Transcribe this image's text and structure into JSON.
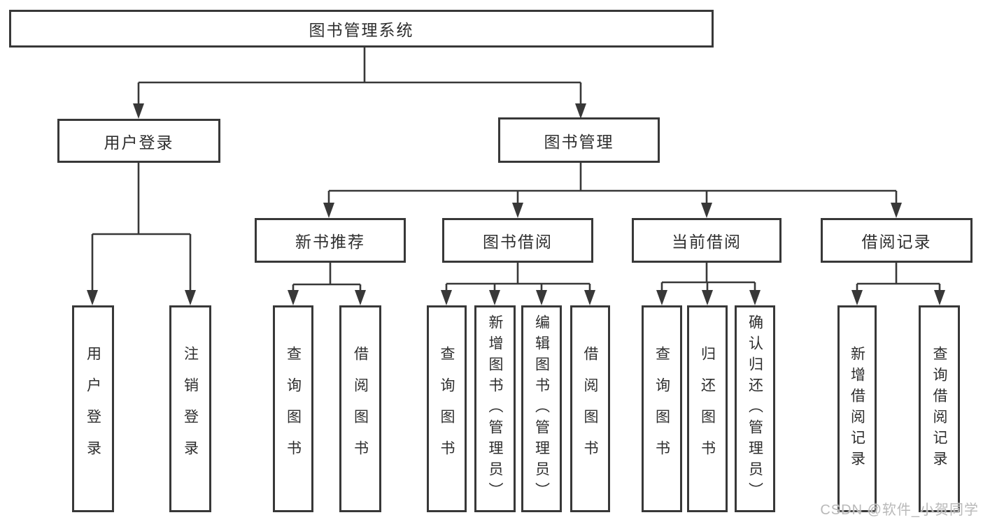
{
  "diagram": {
    "root": {
      "label": "图书管理系统"
    },
    "branches": [
      {
        "label": "用户登录",
        "children": [
          {
            "label": "用户登录"
          },
          {
            "label": "注销登录"
          }
        ]
      },
      {
        "label": "图书管理",
        "children": [
          {
            "label": "新书推荐",
            "children": [
              {
                "label": "查询图书"
              },
              {
                "label": "借阅图书"
              }
            ]
          },
          {
            "label": "图书借阅",
            "children": [
              {
                "label": "查询图书"
              },
              {
                "label": "新增图书（管理员）"
              },
              {
                "label": "编辑图书（管理员）"
              },
              {
                "label": "借阅图书"
              }
            ]
          },
          {
            "label": "当前借阅",
            "children": [
              {
                "label": "查询图书"
              },
              {
                "label": "归还图书"
              },
              {
                "label": "确认归还（管理员）"
              }
            ]
          },
          {
            "label": "借阅记录",
            "children": [
              {
                "label": "新增借阅记录"
              },
              {
                "label": "查询借阅记录"
              }
            ]
          }
        ]
      }
    ]
  },
  "watermark": {
    "text": "CSDN @软件_小贺同学"
  },
  "colors": {
    "line": "#383838",
    "box_border": "#383838",
    "box_bg": "#ffffff",
    "text": "#2e2e2e",
    "watermark": "#b9b9b9"
  }
}
